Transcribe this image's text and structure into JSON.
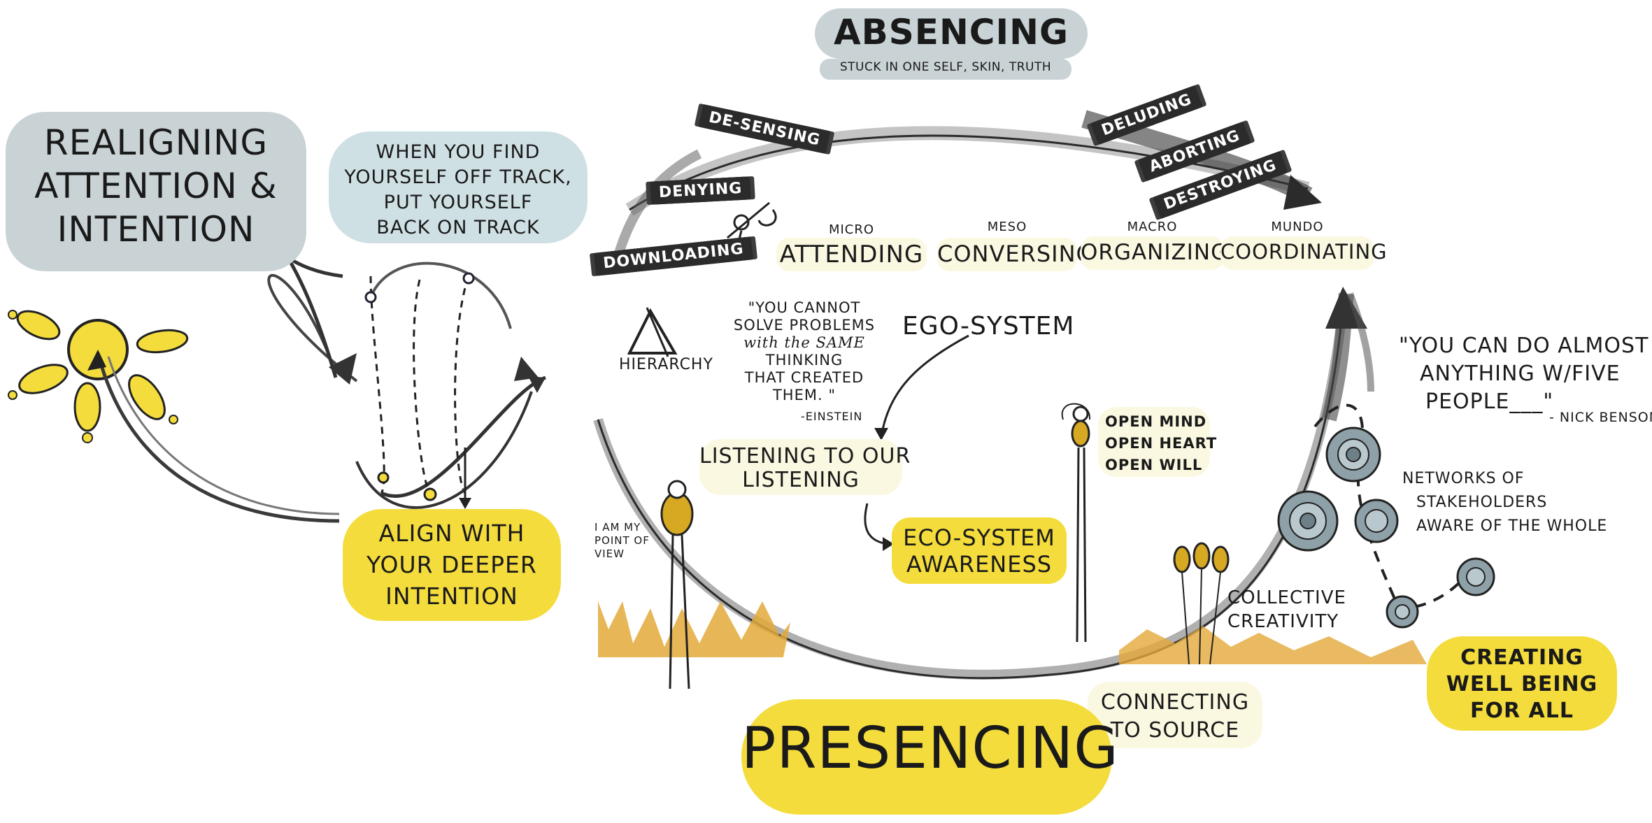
{
  "title": {
    "text": "ABSENCING",
    "subtitle": "STUCK in ONE SELF, SKIN, TRUTH"
  },
  "realigning": {
    "line1": "REALIGNING",
    "line2": "ATTENTION &",
    "line3": "INTENTION"
  },
  "off_track": {
    "line1": "WHEN YOU FIND",
    "line2": "YOURSELF OFF TRACK,",
    "line3": "PUT YOURSELF",
    "line4": "BACK ON TRACK"
  },
  "align": {
    "line1": "ALIGN with",
    "line2": "YOUR DEEPER",
    "line3": "INTENTION"
  },
  "absencing_stages": {
    "downloading": "DOWNLOADING",
    "denying": "DENYING",
    "de_sensing": "DE-SENSING",
    "deluding": "DELUDING",
    "aborting": "ABORTING",
    "destroying": "DESTROYING"
  },
  "levels": [
    {
      "scale": "MICRO",
      "label": "ATTENDING"
    },
    {
      "scale": "MESO",
      "label": "CONVERSING"
    },
    {
      "scale": "MACRO",
      "label": "ORGANIZING"
    },
    {
      "scale": "MUNDO",
      "label": "COORDINATING"
    }
  ],
  "hierarchy": "HIERARCHY",
  "einstein": {
    "line1": "\"YOU CANNOT",
    "line2": "SOLVE PROBLEMS",
    "line3": "with the SAME",
    "line4": "THINKING",
    "line5": "THAT CREATED",
    "line6": "THEM. \"",
    "author": "-EINSTEIN"
  },
  "ego_system": "EGO-SYSTEM",
  "listening": {
    "line1": "LISTENING to OUR",
    "line2": "LISTENING"
  },
  "eco_system": {
    "line1": "ECO-SYSTEM",
    "line2": "AWARENESS"
  },
  "point_of_view": {
    "line1": "I AM MY",
    "line2": "POINT of",
    "line3": "VIEW"
  },
  "open": {
    "line1": "OPEN MIND",
    "line2": "OPEN HEART",
    "line3": "OPEN WILL"
  },
  "collective": {
    "line1": "COLLECTIVE",
    "line2": "CREATIVITY"
  },
  "connecting": {
    "line1": "CONNECTING",
    "line2": "to SOURCE"
  },
  "presencing": "PRESENCING",
  "benson": {
    "line1": "\"YOU CAN DO ALMOST",
    "line2": "ANYTHING w/FIVE",
    "line3": "PEOPLE___\"",
    "author": "- NICK BENSON"
  },
  "networks": {
    "line1": "NETWORKS of",
    "line2": "STAKEHOLDERS",
    "line3": "AWARE of the WHOLE"
  },
  "wellbeing": {
    "line1": "CREATING",
    "line2": "WELL BEING",
    "line3": "for ALL"
  },
  "colors": {
    "yellow": "#f4dc3c",
    "gray_blob": "#c9d3d6",
    "blue_blob": "#cfe0e4",
    "cream": "#fbf8e2",
    "ink": "#1a1a1a",
    "ground": "#e3a93a"
  }
}
